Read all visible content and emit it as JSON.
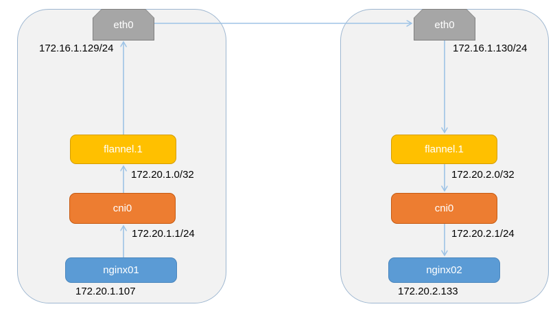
{
  "diagram": {
    "type": "kubernetes-flannel-network-diagram",
    "colors": {
      "node_fill": "#f2f2f2",
      "node_border": "#9db6d0",
      "eth_fill": "#a6a6a6",
      "eth_border": "#7f7f7f",
      "flannel_fill": "#ffc000",
      "flannel_border": "#d49c00",
      "cni_fill": "#ed7d31",
      "cni_border": "#c55a11",
      "nginx_fill": "#5b9bd5",
      "nginx_border": "#4a86bd",
      "arrow": "#9dc3e6",
      "box_text": "#ffffff",
      "label_text": "#000000"
    },
    "nodes": [
      {
        "eth_label": "eth0",
        "eth_ip": "172.16.1.129/24",
        "flannel_label": "flannel.1",
        "flannel_ip": "172.20.1.0/32",
        "cni_label": "cni0",
        "cni_ip": "172.20.1.1/24",
        "pod_label": "nginx01",
        "pod_ip": "172.20.1.107",
        "flow_direction": "up"
      },
      {
        "eth_label": "eth0",
        "eth_ip": "172.16.1.130/24",
        "flannel_label": "flannel.1",
        "flannel_ip": "172.20.2.0/32",
        "cni_label": "cni0",
        "cni_ip": "172.20.2.1/24",
        "pod_label": "nginx02",
        "pod_ip": "172.20.2.133",
        "flow_direction": "down"
      }
    ],
    "connections": [
      "nginx01 -> cni0 -> flannel.1 -> eth0 (node1, upward)",
      "eth0 (node1) -> eth0 (node2) (horizontal)",
      "eth0 -> flannel.1 -> cni0 -> nginx02 (node2, downward)"
    ]
  }
}
